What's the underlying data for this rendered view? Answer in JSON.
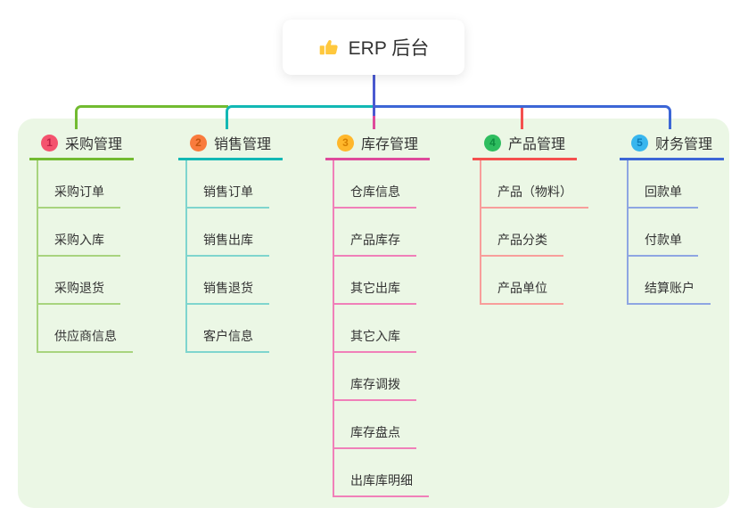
{
  "root": {
    "title": "ERP 后台",
    "icon": "thumbs-up-icon",
    "icon_color": "#FFC83D",
    "line_color": "#4B5AD1"
  },
  "panel": {
    "background": "#EBF7E5"
  },
  "branches": [
    {
      "badge": "1",
      "title": "采购管理",
      "line_color": "#72BB31",
      "child_line_color": "#A8D47E",
      "badge_bg": "#F4536E",
      "badge_fg": "#BE1F44",
      "children": [
        "采购订单",
        "采购入库",
        "采购退货",
        "供应商信息"
      ]
    },
    {
      "badge": "2",
      "title": "销售管理",
      "line_color": "#12B8B4",
      "child_line_color": "#7FD5CE",
      "badge_bg": "#F97B3D",
      "badge_fg": "#C4540F",
      "children": [
        "销售订单",
        "销售出库",
        "销售退货",
        "客户信息"
      ]
    },
    {
      "badge": "3",
      "title": "库存管理",
      "line_color": "#DE4A9B",
      "child_line_color": "#F080B9",
      "badge_bg": "#FFB72B",
      "badge_fg": "#D68000",
      "children": [
        "仓库信息",
        "产品库存",
        "其它出库",
        "其它入库",
        "库存调拨",
        "库存盘点",
        "出库库明细"
      ]
    },
    {
      "badge": "4",
      "title": "产品管理",
      "line_color": "#F4504F",
      "child_line_color": "#F89E9B",
      "badge_bg": "#2EBD5F",
      "badge_fg": "#0E8C3F",
      "children": [
        "产品（物料）",
        "产品分类",
        "产品单位"
      ]
    },
    {
      "badge": "5",
      "title": "财务管理",
      "line_color": "#3C66D6",
      "child_line_color": "#8EA6E2",
      "badge_bg": "#38B6EE",
      "badge_fg": "#0C7BB8",
      "children": [
        "回款单",
        "付款单",
        "结算账户"
      ]
    }
  ]
}
